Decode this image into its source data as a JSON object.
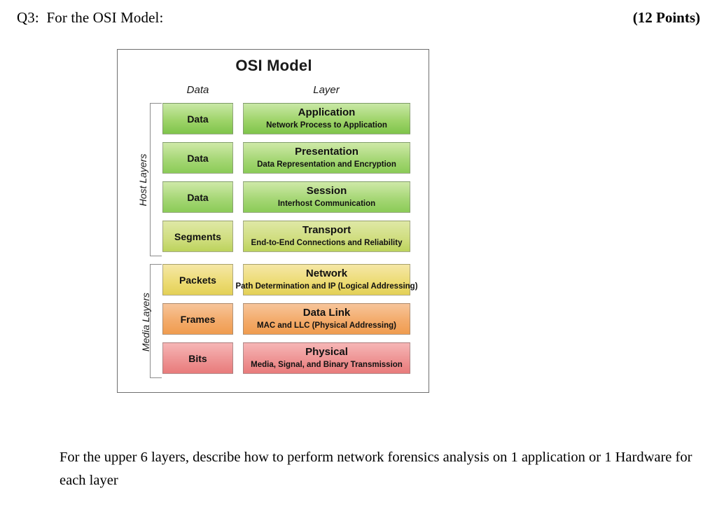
{
  "question": {
    "prompt": "Q3:  For the OSI Model:",
    "points": "(12 Points)",
    "task": "For the upper 6 layers, describe how to perform network forensics analysis on 1 application or 1 Hardware for each layer"
  },
  "diagram": {
    "title": "OSI Model",
    "columns": {
      "data_header": "Data",
      "layer_header": "Layer"
    },
    "groups": [
      {
        "name": "host",
        "label": "Host Layers"
      },
      {
        "name": "media",
        "label": "Media Layers"
      }
    ],
    "rows": [
      {
        "data": "Data",
        "layer": "Application",
        "description": "Network Process to Application",
        "group": "host",
        "color": "#7fc44b"
      },
      {
        "data": "Data",
        "layer": "Presentation",
        "description": "Data Representation and Encryption",
        "group": "host",
        "color": "#8bcb57"
      },
      {
        "data": "Data",
        "layer": "Session",
        "description": "Interhost Communication",
        "group": "host",
        "color": "#8bcb57"
      },
      {
        "data": "Segments",
        "layer": "Transport",
        "description": "End-to-End Connections and Reliability",
        "group": "host",
        "color": "#bcd35c"
      },
      {
        "data": "Packets",
        "layer": "Network",
        "description": "Path Determination and IP (Logical Addressing)",
        "group": "media",
        "color": "#e3d056"
      },
      {
        "data": "Frames",
        "layer": "Data Link",
        "description": "MAC and LLC (Physical Addressing)",
        "group": "media",
        "color": "#f09c4f"
      },
      {
        "data": "Bits",
        "layer": "Physical",
        "description": "Media, Signal, and Binary Transmission",
        "group": "media",
        "color": "#e87b7b"
      }
    ]
  }
}
